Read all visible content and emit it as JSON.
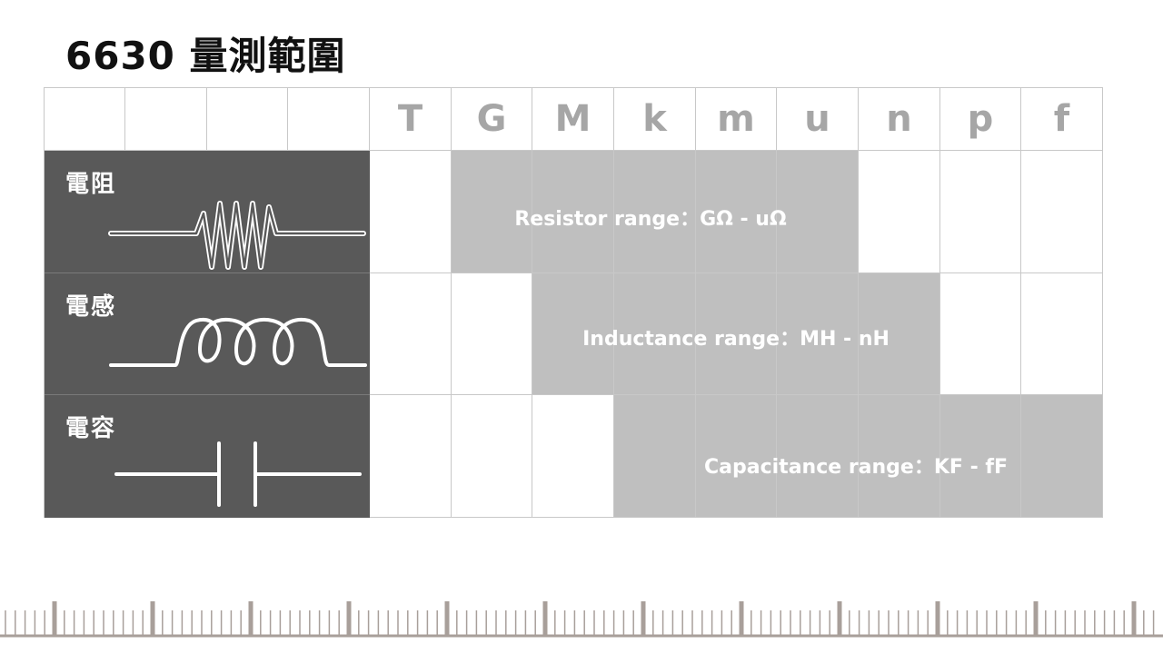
{
  "title": "6630 量測範圍",
  "header": {
    "units": [
      "T",
      "G",
      "M",
      "k",
      "m",
      "u",
      "n",
      "p",
      "f"
    ]
  },
  "rows": [
    {
      "label": "電阻",
      "symbol": "resistor-icon",
      "range_text": "Resistor range：GΩ - uΩ",
      "range_start_col": 1,
      "range_end_col": 5
    },
    {
      "label": "電感",
      "symbol": "inductor-icon",
      "range_text": "Inductance range：MH - nH",
      "range_start_col": 2,
      "range_end_col": 6
    },
    {
      "label": "電容",
      "symbol": "capacitor-icon",
      "range_text": "Capacitance range：KF - fF",
      "range_start_col": 3,
      "range_end_col": 8
    }
  ],
  "colors": {
    "label_panel": "#595959",
    "range_fill": "#bfbfbf",
    "grid_line": "#c8c8c8",
    "unit_text": "#a6a6a6",
    "ruler": "#a89f9a"
  }
}
